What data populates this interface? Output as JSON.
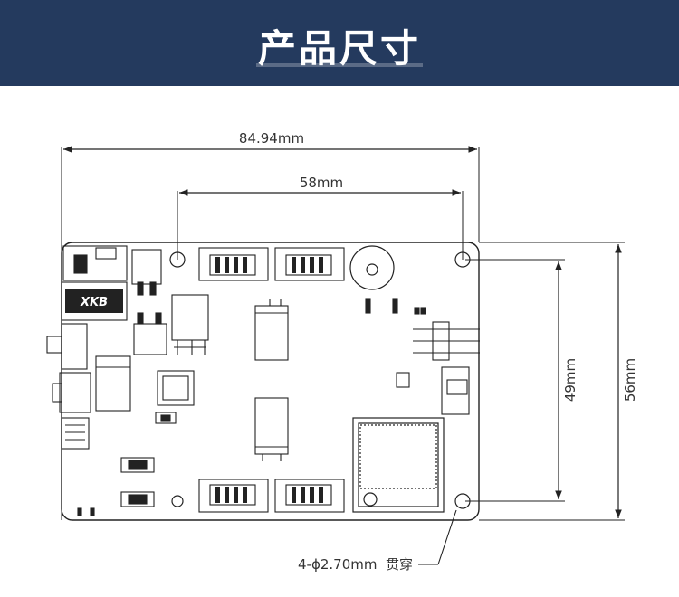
{
  "header": {
    "title": "产品尺寸"
  },
  "dimensions": {
    "overall_width": "84.94mm",
    "hole_spacing_x": "58mm",
    "hole_spacing_y": "49mm",
    "overall_height": "56mm",
    "mounting_holes": "4-ϕ2.70mm  贯穿"
  },
  "board": {
    "label": "XKB"
  },
  "colors": {
    "banner": "#243a5e",
    "line": "#222222"
  }
}
